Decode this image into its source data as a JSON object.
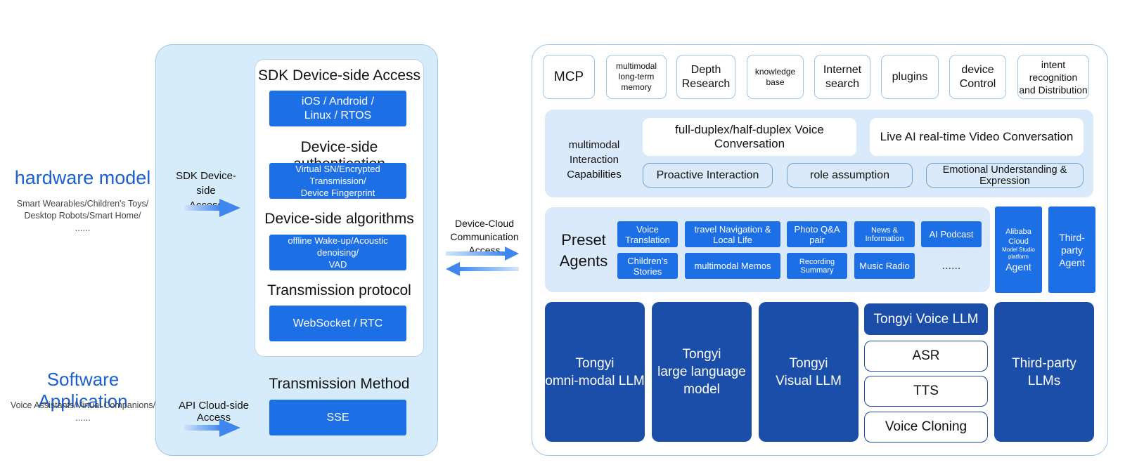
{
  "left_labels": {
    "hardware_title": "hardware model",
    "hardware_sub": [
      "Smart Wearables/Children's Toys/",
      "Desktop Robots/Smart Home/",
      "......"
    ],
    "software_title": "Software Application",
    "software_sub": [
      "Voice Assistants/Virtual Companions/",
      "......"
    ]
  },
  "access": {
    "sdk_label": [
      "SDK Device-side",
      "Access"
    ],
    "api_label": "API Cloud-side Access",
    "cloud_comm": [
      "Device-Cloud",
      "Communication Access"
    ]
  },
  "sdk": {
    "title": "SDK Device-side Access",
    "platforms": [
      "iOS / Android /",
      "Linux / RTOS"
    ],
    "auth_title": "Device-side authentication",
    "auth_value": [
      "Virtual SN/Encrypted Transmission/",
      "Device Fingerprint"
    ],
    "algo_title": "Device-side algorithms",
    "algo_value": [
      "offline Wake-up/Acoustic denoising/",
      "VAD"
    ],
    "protocol_title": "Transmission protocol",
    "protocol_value": "WebSocket / RTC",
    "method_title": "Transmission Method",
    "method_value": "SSE"
  },
  "tools": [
    {
      "line1": "MCP",
      "line2": ""
    },
    {
      "line1": "multimodal",
      "line2": "long-term memory"
    },
    {
      "line1": "Depth",
      "line2": "Research"
    },
    {
      "line1": "knowledge base",
      "line2": ""
    },
    {
      "line1": "Internet",
      "line2": "search"
    },
    {
      "line1": "plugins",
      "line2": ""
    },
    {
      "line1": "device",
      "line2": "Control"
    },
    {
      "line1": "intent recognition",
      "line2": "and Distribution"
    }
  ],
  "interaction": {
    "label": [
      "multimodal",
      "Interaction Capabilities"
    ],
    "voice": "full-duplex/half-duplex Voice Conversation",
    "video": "Live AI real-time Video Conversation",
    "proactive": "Proactive Interaction",
    "role": "role assumption",
    "emotional": "Emotional Understanding & Expression"
  },
  "agents": {
    "label": [
      "Preset",
      "Agents"
    ],
    "row1": [
      "Voice Translation",
      "travel Navigation & Local Life",
      "Photo Q&A pair",
      "News & Information",
      "AI Podcast"
    ],
    "row2": [
      "Children's Stories",
      "multimodal Memos",
      "Recording Summary",
      "Music Radio"
    ],
    "more": "......",
    "alibaba": [
      "Alibaba Cloud",
      "Model Studio platform",
      "Agent"
    ],
    "third_party": [
      "Third-party",
      "Agent"
    ]
  },
  "models": {
    "omni": [
      "Tongyi",
      "omni-modal LLM"
    ],
    "language": [
      "Tongyi",
      "large language model"
    ],
    "visual": [
      "Tongyi",
      "Visual LLM"
    ],
    "voice_title": "Tongyi Voice LLM",
    "voice_items": [
      "ASR",
      "TTS",
      "Voice Cloning"
    ],
    "third_party": [
      "Third-party",
      "LLMs"
    ]
  },
  "colors": {
    "brand_blue": "#1d6fe6",
    "dark_blue": "#1a4ea8",
    "panel_bg": "#d7ecfb",
    "title_blue": "#1a5fd6"
  }
}
